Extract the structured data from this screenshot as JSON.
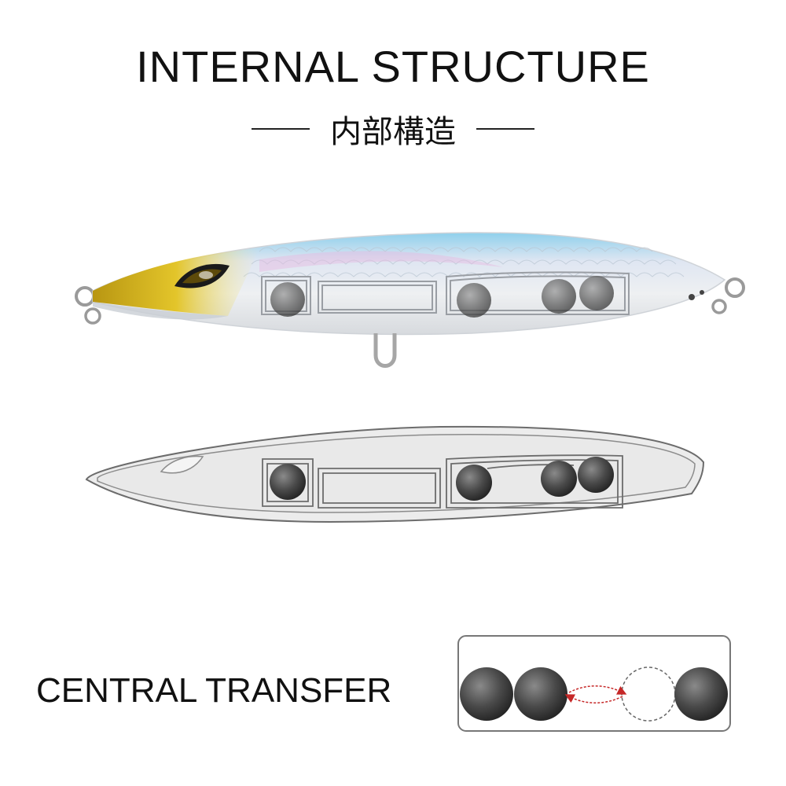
{
  "header": {
    "title": "INTERNAL STRUCTURE",
    "subtitle": "内部構造"
  },
  "diagram": {
    "label": "CENTRAL TRANSFER"
  },
  "colors": {
    "ball": "#4a4a4a",
    "outline": "#777777",
    "head": "#d9b91a",
    "back": "#8fd0ec",
    "arrow": "#c62828"
  },
  "icons": [
    "lure-photo",
    "lure-cutaway",
    "weight-ball",
    "split-ring",
    "transfer-arrow"
  ]
}
